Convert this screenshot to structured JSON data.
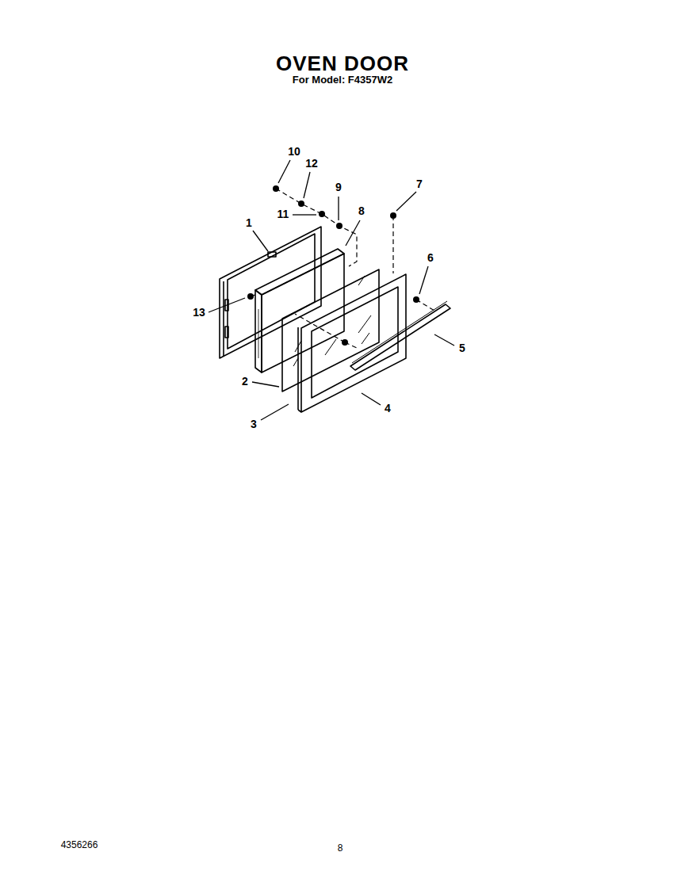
{
  "diagram": {
    "title": "OVEN DOOR",
    "labels": [
      "For Model: F4357W2",
      "10",
      "12",
      "9",
      "8",
      "7",
      "11",
      "1",
      "6",
      "13",
      "5",
      "2",
      "4",
      "3",
      "4356266",
      "8"
    ]
  }
}
